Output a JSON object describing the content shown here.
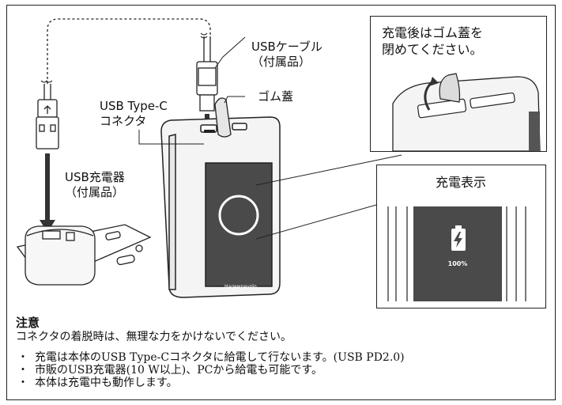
{
  "labels": {
    "usb_cable": [
      "USBケーブル",
      "（付属品）"
    ],
    "rubber_cap": "ゴム蓋",
    "connector": [
      "USB Type-C",
      "コネクタ"
    ],
    "usb_charger": [
      "USB充電器",
      "（付属品）"
    ]
  },
  "inset_cap": [
    "充電後はゴム蓋を",
    "閉めてください。"
  ],
  "inset_display": {
    "title": "充電表示",
    "percent": "100%"
  },
  "device_brand": "Hagewnevolo",
  "caution": {
    "heading": "注意",
    "text": "コネクタの着脱時は、無理な力をかけないでください。",
    "bullets": [
      "充電は本体のUSB Type-Cコネクタに給電して行ないます。(USB PD2.0)",
      "市販のUSB充電器(10 W以上)、PCから給電も可能です。",
      "本体は充電中も動作します。"
    ]
  },
  "colors": {
    "line": "#222222",
    "device_body": "#f4f4f4",
    "screen": "#4a4a4a",
    "led_on": "#ffffff"
  }
}
